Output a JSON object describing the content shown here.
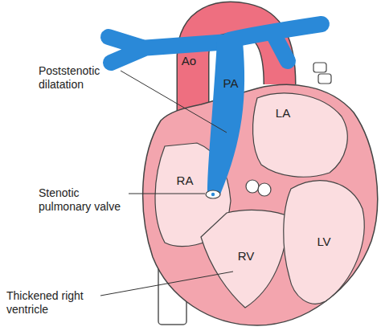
{
  "diagram": {
    "labels": [
      "Ao",
      "PA",
      "Poststenotic dilatation",
      "LA",
      "RA",
      "Stenotic pulmonary valve",
      "LV",
      "RV",
      "Thickened right ventricle"
    ]
  }
}
